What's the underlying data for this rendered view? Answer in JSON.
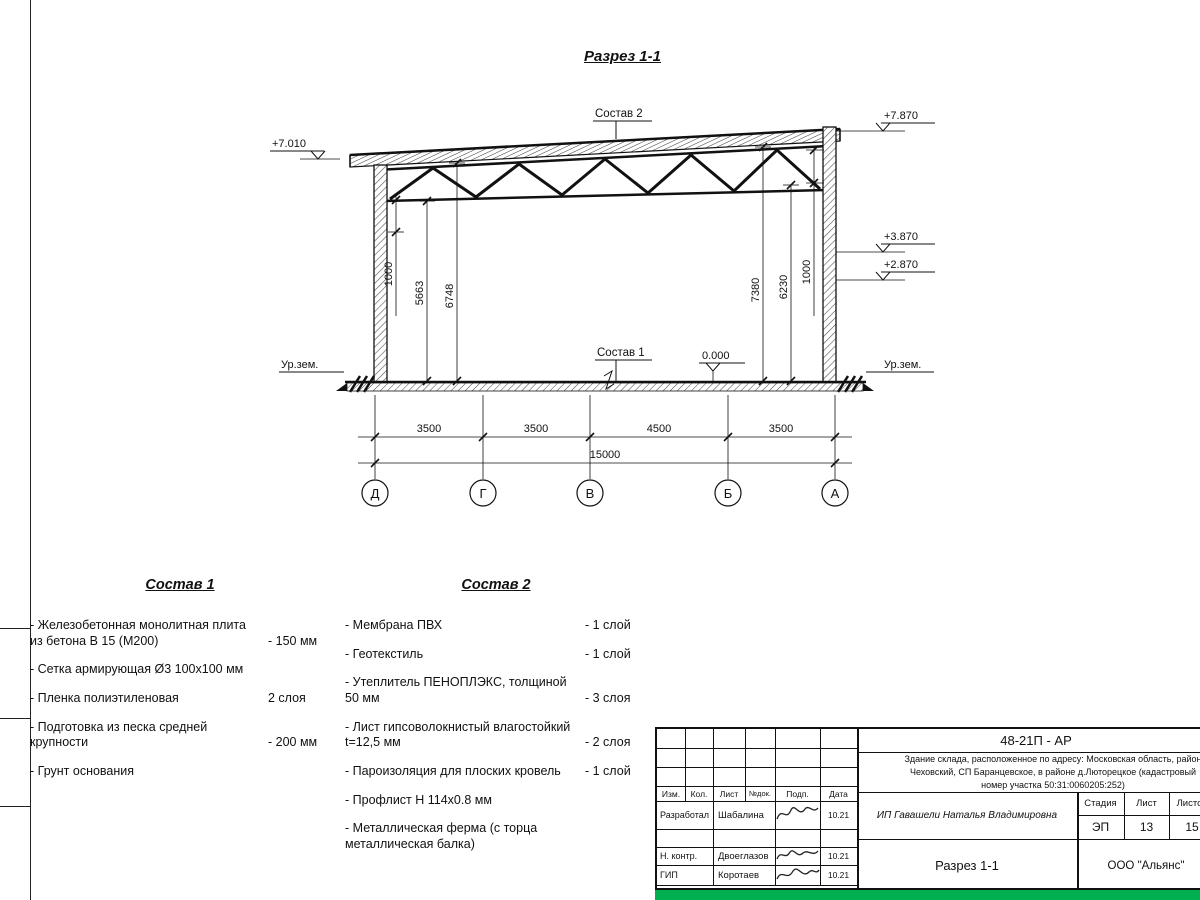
{
  "title": "Разрез 1-1",
  "drawing": {
    "composition2_label": "Состав 2",
    "composition1_label": "Состав 1",
    "elev_left": "+7.010",
    "elev_right_top": "+7.870",
    "elev_right_mid": "+3.870",
    "elev_right_low": "+2.870",
    "elev_zero": "0.000",
    "ground_left": "Ур.зем.",
    "ground_right": "Ур.зем.",
    "vdim_left_1000": "1000",
    "vdim_5663": "5663",
    "vdim_6748": "6748",
    "vdim_7380": "7380",
    "vdim_6230": "6230",
    "vdim_right_1000": "1000",
    "hdim_1": "3500",
    "hdim_2": "3500",
    "hdim_3": "4500",
    "hdim_4": "3500",
    "hdim_total": "15000",
    "axes": {
      "a1": "Д",
      "a2": "Г",
      "a3": "В",
      "a4": "Б",
      "a5": "А"
    }
  },
  "composition1": {
    "heading": "Состав 1",
    "items": [
      {
        "text": "- Железобетонная  монолитная плита из бетона В 15 (М200)",
        "value": "- 150 мм"
      },
      {
        "text": "- Сетка армирующая Ø3 100х100 мм",
        "value": ""
      },
      {
        "text": "- Пленка полиэтиленовая",
        "value": "2 слоя"
      },
      {
        "text": "- Подготовка из песка средней крупности",
        "value": "- 200 мм"
      },
      {
        "text": "- Грунт основания",
        "value": ""
      }
    ]
  },
  "composition2": {
    "heading": "Состав 2",
    "items": [
      {
        "text": "- Мембрана ПВХ",
        "value": "- 1 слой"
      },
      {
        "text": "- Геотекстиль",
        "value": "- 1 слой"
      },
      {
        "text": "- Утеплитель ПЕНОПЛЭКС, толщиной 50 мм",
        "value": "- 3 слоя"
      },
      {
        "text": "- Лист гипсоволокнистый влагостойкий t=12,5 мм",
        "value": "- 2 слоя"
      },
      {
        "text": "- Пароизоляция для плоских кровель",
        "value": "- 1 слой"
      },
      {
        "text": "- Профлист Н 114х0.8 мм",
        "value": ""
      },
      {
        "text": "- Металлическая ферма (с торца металлическая балка)",
        "value": ""
      }
    ]
  },
  "stamp": {
    "doc_number": "48-21П - АР",
    "description_line1": "Здание склада, расположенное по адресу: Московская область, район",
    "description_line2": "Чеховский, СП Баранцевское, в районе д.Люторецкое  (кадастровый",
    "description_line3": "номер участка 50:31:0060205:252)",
    "col_izm": "Изм.",
    "col_kol": "Кол.",
    "col_list": "Лист",
    "col_doc": "№док.",
    "col_podp": "Подп.",
    "col_data": "Дата",
    "row_developer_role": "Разработал",
    "row_developer_name": "Шабалина",
    "row_developer_date": "10.21",
    "row_ncontrol_role": "Н. контр.",
    "row_ncontrol_name": "Двоеглазов",
    "row_ncontrol_date": "10.21",
    "row_gip_role": "ГИП",
    "row_gip_name": "Коротаев",
    "row_gip_date": "10.21",
    "client": "ИП Гавашели Наталья Владимировна",
    "stage_label": "Стадия",
    "sheet_label": "Лист",
    "sheets_label": "Листов",
    "stage_value": "ЭП",
    "sheet_value": "13",
    "sheets_value": "15",
    "sheet_title": "Разрез 1-1",
    "organization": "ООО \"Альянс\""
  }
}
